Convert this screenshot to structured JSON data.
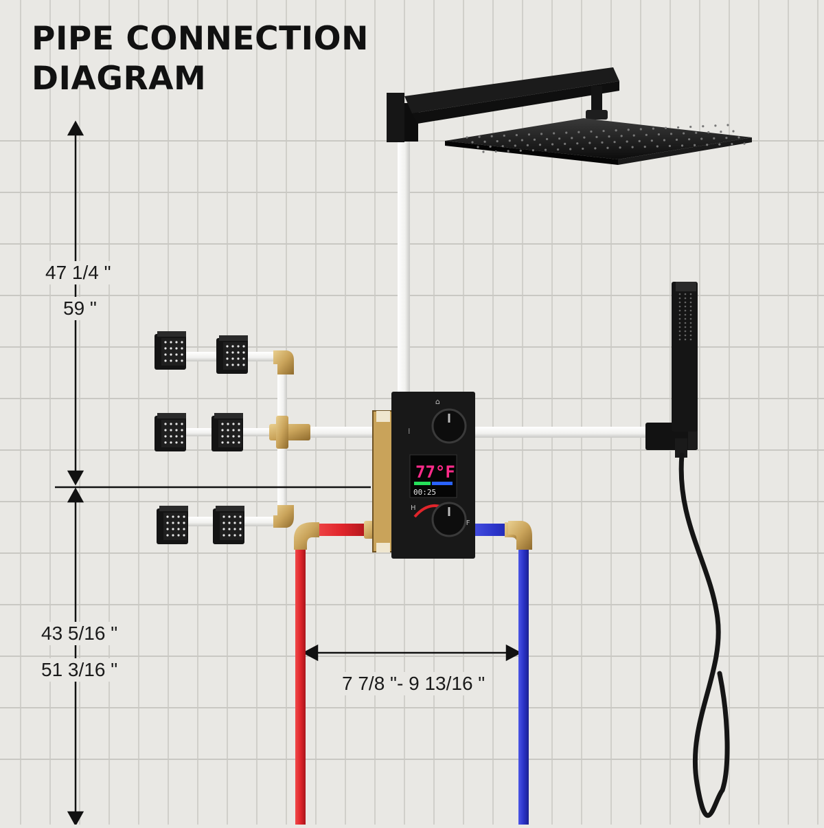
{
  "title": {
    "line1": "PIPE CONNECTION",
    "line2": "DIAGRAM"
  },
  "dimensions": {
    "upper_min": "47 1/4 \"",
    "upper_max": "59 \"",
    "lower_min": "43 5/16 \"",
    "lower_max": "51 3/16 \"",
    "horizontal": "7 7/8 \"- 9 13/16 \""
  },
  "valve": {
    "display_temp": "77°F",
    "display_flow": "00:25",
    "hot_label": "H",
    "off_label": "FF"
  },
  "colors": {
    "hot_pipe": "#e0252b",
    "cold_pipe": "#2a33c8",
    "fixture": "#141414",
    "brass": "#c9a35a",
    "white_pipe": "#f4f4f2",
    "tile_background": "#e9e8e4"
  }
}
